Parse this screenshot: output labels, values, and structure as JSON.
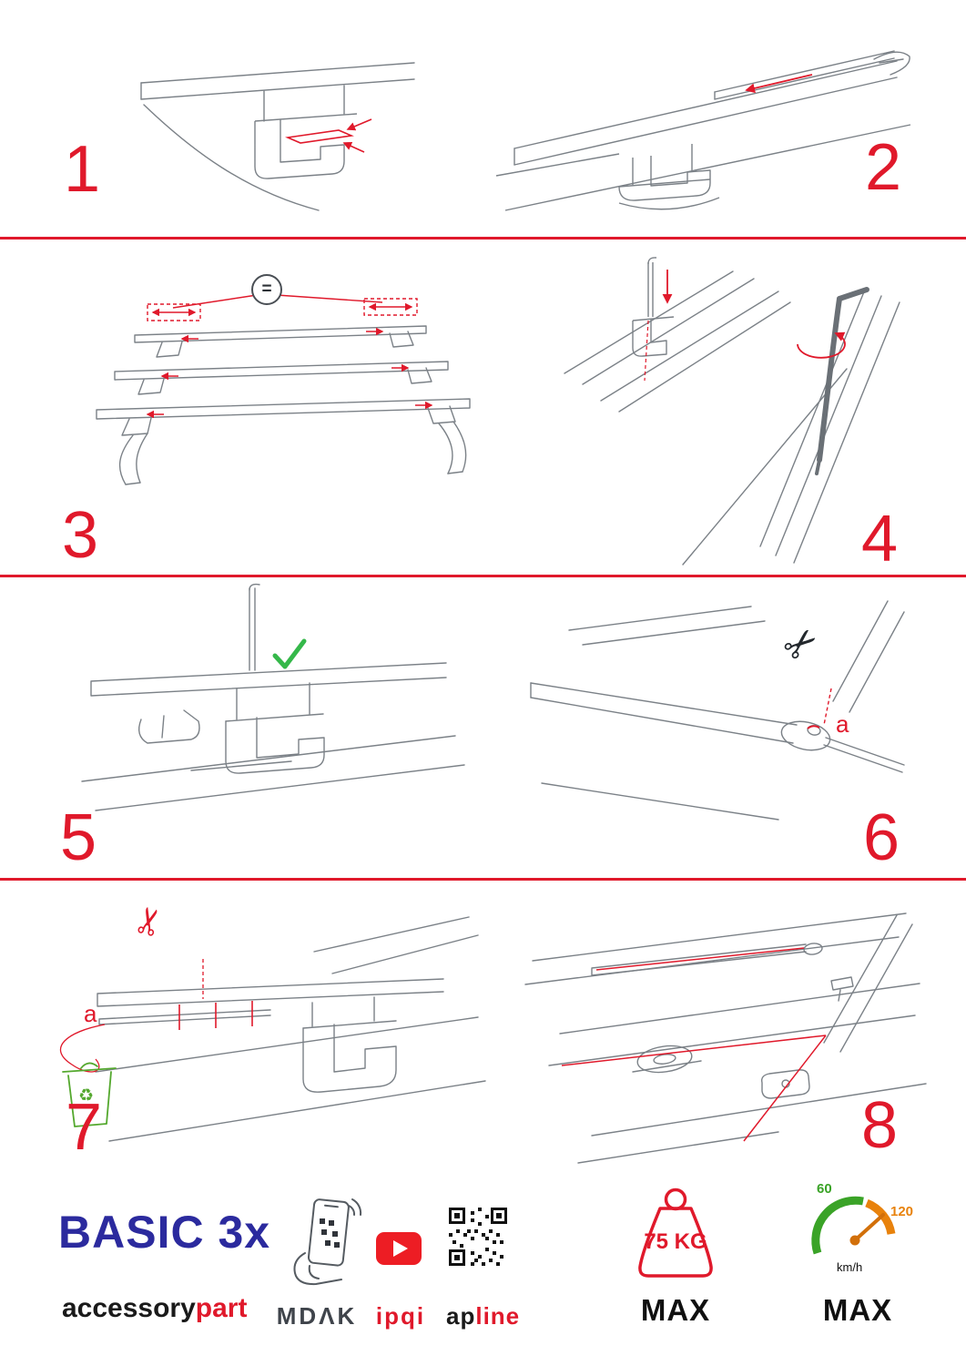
{
  "page": {
    "accent_red": "#e0192b",
    "drawing_gray": "#7b8187",
    "check_green": "#35b84a",
    "recycle_green": "#54a82e",
    "brand_blue": "#2b2a9e"
  },
  "steps": [
    {
      "num": "1"
    },
    {
      "num": "2"
    },
    {
      "num": "3"
    },
    {
      "num": "4"
    },
    {
      "num": "5"
    },
    {
      "num": "6"
    },
    {
      "num": "7"
    },
    {
      "num": "8"
    }
  ],
  "labels": {
    "equals": "=",
    "part_a_step6": "a",
    "part_a_step7": "a",
    "scissors": "✂",
    "recycle": "♻"
  },
  "footer": {
    "product_name": "BASIC 3x",
    "brand_primary": "accessory",
    "brand_secondary": "part",
    "partner_mdak": "MDΛK",
    "partner_ipqi": "ipqi",
    "partner_apline_primary": "ap",
    "partner_apline_secondary": "line",
    "weight_limit": "75 KG",
    "weight_max_label": "MAX",
    "speed_min": "60",
    "speed_max_value": "120",
    "speed_unit": "km/h",
    "speed_max_label": "MAX"
  }
}
